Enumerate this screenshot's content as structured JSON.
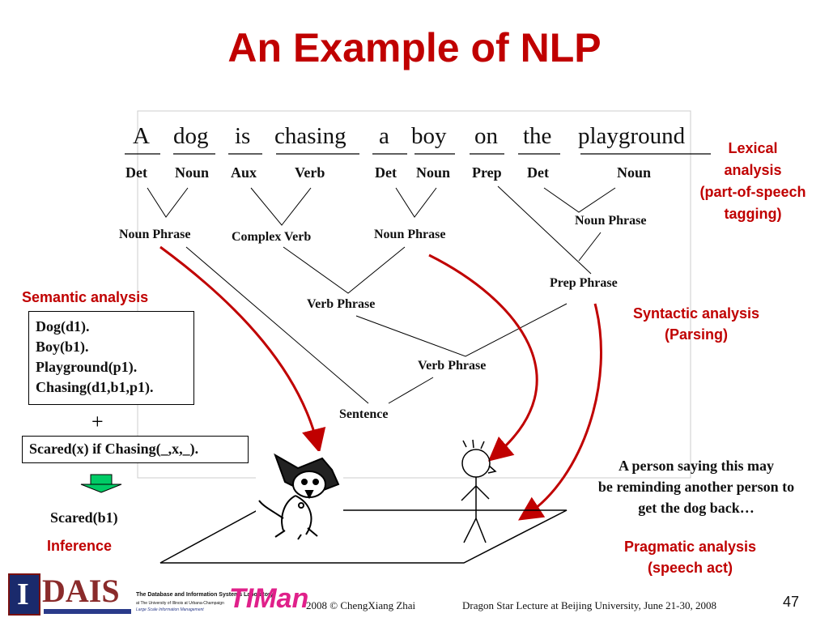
{
  "slide": {
    "title": "An Example of NLP",
    "page_number": "47"
  },
  "sentence": {
    "words": [
      "A",
      "dog",
      "is",
      "chasing",
      "a",
      "boy",
      "on",
      "the",
      "playground"
    ],
    "tags": [
      "Det",
      "Noun",
      "Aux",
      "Verb",
      "Det",
      "Noun",
      "Prep",
      "Det",
      "Noun"
    ]
  },
  "parse": {
    "np1": "Noun Phrase",
    "complex_verb": "Complex Verb",
    "np2": "Noun Phrase",
    "np3": "Noun Phrase",
    "prep_phrase": "Prep Phrase",
    "vp1": "Verb Phrase",
    "vp2": "Verb Phrase",
    "sentence": "Sentence"
  },
  "labels": {
    "lexical": [
      "Lexical",
      "analysis",
      "(part-of-speech",
      "tagging)"
    ],
    "syntactic": [
      "Syntactic analysis",
      "(Parsing)"
    ],
    "semantic": "Semantic analysis",
    "inference": "Inference",
    "pragmatic": [
      "Pragmatic analysis",
      "(speech act)"
    ]
  },
  "semantic_box": [
    "Dog(d1).",
    "Boy(b1).",
    "Playground(p1).",
    "Chasing(d1,b1,p1)."
  ],
  "plus": "+",
  "rule_box": "Scared(x) if Chasing(_,x,_).",
  "result": "Scared(b1)",
  "pragmatic_note": [
    "A person saying this may",
    "be reminding another person to",
    "get the dog back…"
  ],
  "footer": {
    "dais_logo_text": "DAIS",
    "dais_lab": "The Database and Information Systems Laboratory",
    "dais_univ": "at The University of Illinois at Urbana-Champaign",
    "dais_group": "Large Scale Information Management",
    "timan_logo_text": "TIMan",
    "copyright": "2008  © ChengXiang Zhai",
    "lecture": "Dragon Star Lecture at Beijing University, June 21-30, 2008"
  },
  "colors": {
    "title": "#c00000",
    "arrow": "#c00000",
    "green_arrow": "#00cc66"
  }
}
